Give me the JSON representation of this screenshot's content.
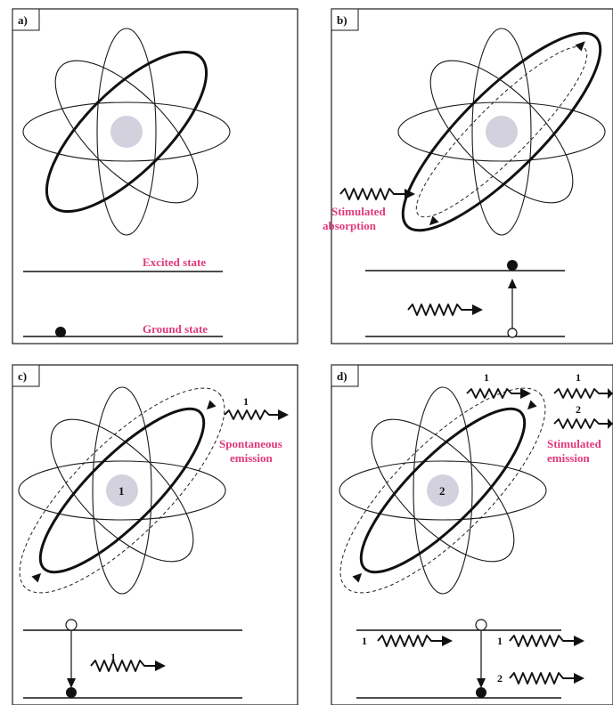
{
  "panels": [
    {
      "tag": "a)",
      "nucleus_label": "",
      "labels": [
        "Excited state",
        "Ground state"
      ]
    },
    {
      "tag": "b)",
      "nucleus_label": "",
      "labels": [
        "Stimulated",
        "absorption"
      ]
    },
    {
      "tag": "c)",
      "nucleus_label": "1",
      "labels": [
        "Spontaneous",
        "emission"
      ],
      "photon_numbers": [
        "1",
        "1"
      ]
    },
    {
      "tag": "d)",
      "nucleus_label": "2",
      "labels": [
        "Stimulated",
        "emission"
      ],
      "photon_numbers": [
        "1",
        "1",
        "2",
        "1",
        "1",
        "2"
      ]
    }
  ],
  "colors": {
    "label": "#e0397a",
    "nucleus": "#d3d1dd",
    "line": "#111111"
  }
}
